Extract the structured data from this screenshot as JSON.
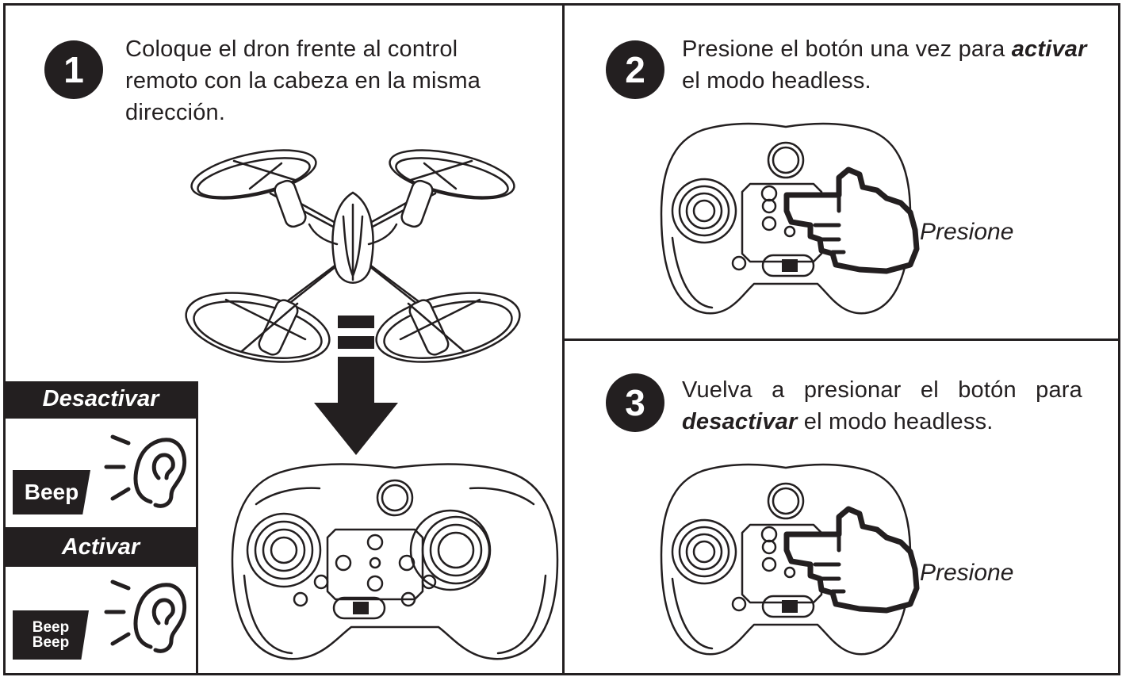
{
  "steps": [
    {
      "number": "1",
      "text_lines": [
        "Coloque el dron frente al control",
        "remoto con la cabeza en la misma",
        "dirección."
      ]
    },
    {
      "number": "2",
      "text_before": "Presione el botón una vez para ",
      "text_emphasis": "activar",
      "text_after": " el modo headless.",
      "press_label": "Presione"
    },
    {
      "number": "3",
      "text_before": "Vuelva a presionar el botón para ",
      "text_emphasis": "desactivar",
      "text_after": " el modo headless.",
      "press_label": "Presione"
    }
  ],
  "indicators": {
    "deactivate": {
      "label": "Desactivar",
      "sound": "Beep"
    },
    "activate": {
      "label": "Activar",
      "sound_line1": "Beep",
      "sound_line2": "Beep"
    }
  },
  "icons": [
    "drone-illustration",
    "down-arrow-icon",
    "controller-illustration",
    "hand-pointer-icon",
    "ear-icon"
  ]
}
